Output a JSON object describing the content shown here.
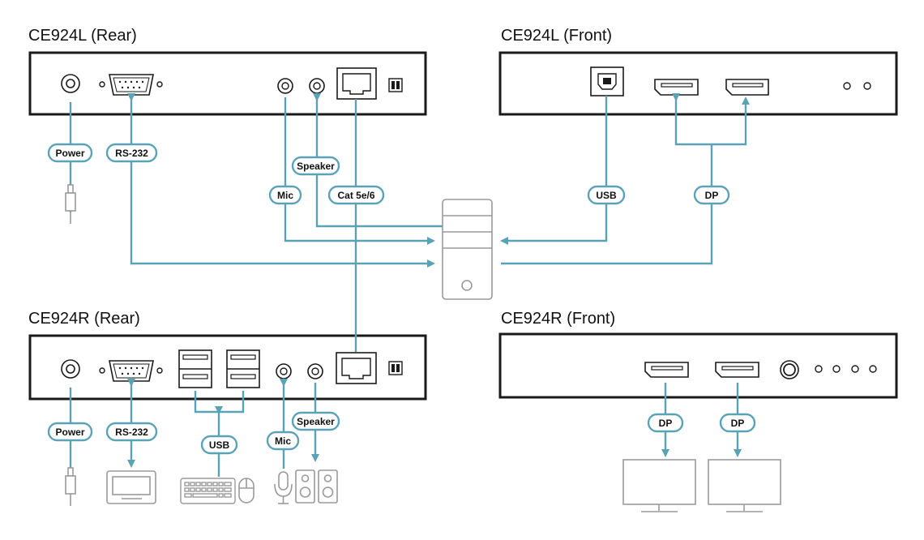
{
  "titles": {
    "left_rear": "CE924L (Rear)",
    "left_front": "CE924L (Front)",
    "right_rear": "CE924R (Rear)",
    "right_front": "CE924R (Front)"
  },
  "labels": {
    "power": "Power",
    "rs232": "RS-232",
    "speaker": "Speaker",
    "mic": "Mic",
    "cat": "Cat 5e/6",
    "usb": "USB",
    "dp": "DP"
  },
  "colors": {
    "line": "#5aa3b7",
    "outline": "#1a1a1a",
    "device": "#9a9a9a"
  },
  "icons": [
    "power-jack-icon",
    "rs232-port-icon",
    "audio-jack-icon",
    "rj45-port-icon",
    "dip-switch-icon",
    "usb-b-port-icon",
    "displayport-icon",
    "usb-a-port-icon",
    "computer-tower-icon",
    "power-adapter-icon",
    "serial-terminal-icon",
    "keyboard-icon",
    "mouse-icon",
    "microphone-icon",
    "speakers-icon",
    "monitor-icon"
  ]
}
